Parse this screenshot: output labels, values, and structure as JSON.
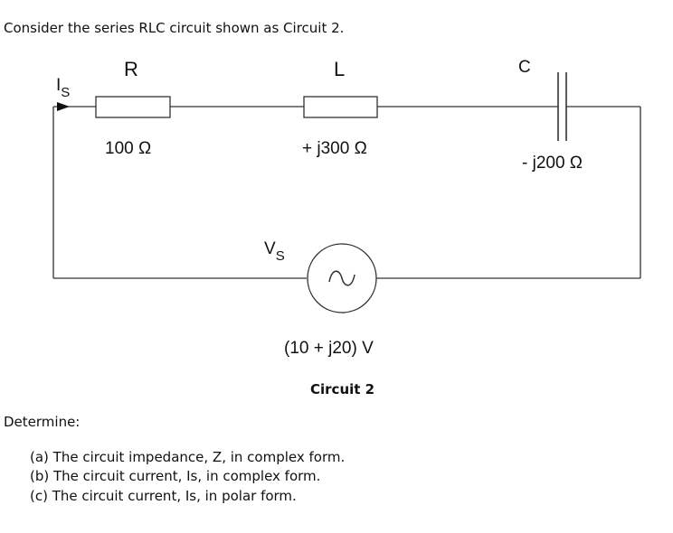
{
  "intro": "Consider the series RLC circuit shown as Circuit 2.",
  "circuit": {
    "resistor": {
      "name": "R",
      "value": "100 Ω"
    },
    "inductor": {
      "name": "L",
      "value": "+ j300 Ω"
    },
    "capacitor": {
      "name": "C",
      "value": "- j200 Ω"
    },
    "current": {
      "symbol": "I",
      "subscript": "S"
    },
    "source": {
      "symbol": "V",
      "subscript": "S",
      "value": "(10 + j20) V"
    },
    "caption": "Circuit 2"
  },
  "determine": {
    "heading": "Determine:",
    "items": [
      "(a) The circuit impedance, Z, in complex form.",
      "(b) The circuit current, Is, in complex form.",
      "(c) The circuit current, Is, in polar form."
    ]
  }
}
